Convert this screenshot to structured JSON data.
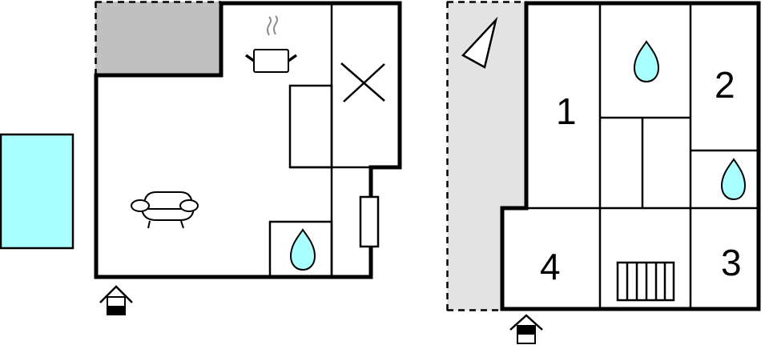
{
  "colors": {
    "wall": "#000000",
    "terrace_dark": "#c0c0c0",
    "terrace_light": "#e3e3e3",
    "water": "#aaffff",
    "steam": "#8c8c8c",
    "background": "#ffffff"
  },
  "ground_floor": {
    "icons": [
      "pool",
      "terrace",
      "cooking-pot-icon",
      "dishwasher-x-icon",
      "sofa-icon",
      "water-drop-icon",
      "window",
      "entrance-icon"
    ]
  },
  "upper_floor": {
    "rooms": [
      {
        "id": "room-1",
        "label": "1"
      },
      {
        "id": "room-2",
        "label": "2"
      },
      {
        "id": "room-3",
        "label": "3"
      },
      {
        "id": "room-4",
        "label": "4"
      }
    ],
    "icons": [
      "compass-triangle-icon",
      "water-drop-icon",
      "water-drop-icon",
      "stairs-icon",
      "entrance-icon"
    ]
  }
}
